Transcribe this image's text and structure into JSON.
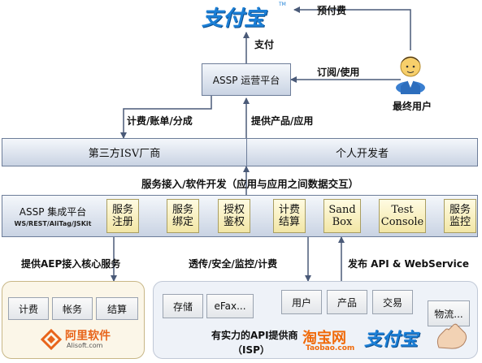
{
  "top_logo": {
    "text": "支付宝"
  },
  "labels": {
    "prepay": "预付费",
    "pay": "支付",
    "subscribe_use": "订阅/使用",
    "end_user": "最终用户",
    "billing": "计费/账单/分成",
    "provide": "提供产品/应用",
    "service_access": "服务接入/软件开发（应用与应用之间数据交互）",
    "provide_aep": "提供AEP接入核心服务",
    "passthrough": "透传/安全/监控/计费",
    "publish": "发布 API & WebService"
  },
  "platform": {
    "title": "ASSP 运营平台"
  },
  "developers": {
    "isv": "第三方ISV厂商",
    "individual": "个人开发者"
  },
  "integration": {
    "title": "ASSP 集成平台",
    "subtitle": "WS/REST/AliTag/JSKit",
    "modules": [
      {
        "name": "module-register",
        "label": "服务\n注册"
      },
      {
        "name": "module-binding",
        "label": "服务\n绑定"
      },
      {
        "name": "module-auth",
        "label": "授权\n鉴权"
      },
      {
        "name": "module-billing",
        "label": "计费\n结算"
      },
      {
        "name": "module-sandbox",
        "label": "Sand\nBox"
      },
      {
        "name": "module-test-console",
        "label": "Test\nConsole"
      },
      {
        "name": "module-monitor",
        "label": "服务\n监控"
      }
    ]
  },
  "aep": {
    "items": [
      "计费",
      "帐务",
      "结算"
    ],
    "logo_main": "阿里软件",
    "logo_sub": "Alisoft.com"
  },
  "isp": {
    "items": [
      "存储",
      "eFax...",
      "用户",
      "产品",
      "交易",
      "物流..."
    ],
    "caption_line1": "有实力的API提供商",
    "caption_line2": "（ISP）",
    "taobao_main": "淘宝网",
    "taobao_sub": "Taobao.com",
    "alipay": "支付宝"
  }
}
